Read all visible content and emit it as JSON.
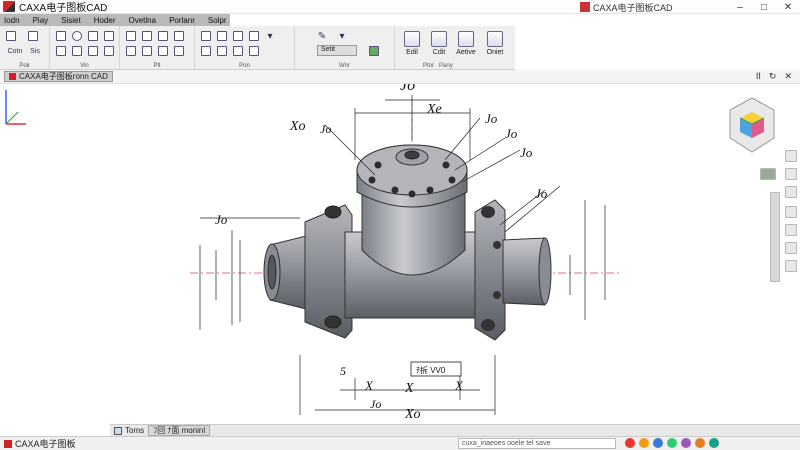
{
  "window": {
    "title": "CAXA电子图板CAD",
    "title_right": "CAXA电子图板CAD",
    "minimize": "–",
    "maximize": "□",
    "close": "✕"
  },
  "menu": [
    "Iodn",
    "Piay",
    "Sisiet",
    "Hoder",
    "Ovetlna",
    "Porlanr",
    "Solpr"
  ],
  "ribbon": {
    "small_labels": [
      "Cotn",
      "Sis"
    ],
    "group_labels": [
      "Pok",
      "Vin",
      "Ptl",
      "Pon",
      "Wnr",
      "Ptnr",
      "Pany"
    ],
    "big_buttons": [
      "Edil",
      "Cdit",
      "Aetive",
      "Oniet"
    ],
    "combo_text": "Setit"
  },
  "doc_tab": {
    "label": "CAXA电子图板ronn CAD",
    "ctrl_pin": "II",
    "ctrl_restore": "↻",
    "ctrl_close": "✕"
  },
  "drawing": {
    "top_labels": [
      "Jo",
      "Xe",
      "Xo",
      "Jo",
      "Jo",
      "Jo",
      "Jo",
      "Jo"
    ],
    "left_label": "Jo",
    "title_box": "ﾁ拆 VV0",
    "bottom_labels": [
      "5",
      "X",
      "X",
      "X",
      "Jo",
      "Xo"
    ]
  },
  "cmd_tabs": [
    {
      "label": "Toms",
      "active": false
    },
    {
      "label": "ﾌ回 ﾅ面 moninl",
      "active": true
    }
  ],
  "status": {
    "left_text": "CAXA电子图板",
    "coord_text": "cuxa_inaeoes ooele tel save"
  },
  "colors": {
    "part_body": "#9a9ca4",
    "dimension": "#222222",
    "centerline": "#e04060",
    "menubar": "#b9b9b9",
    "ribbon_bg": "#efefef"
  }
}
